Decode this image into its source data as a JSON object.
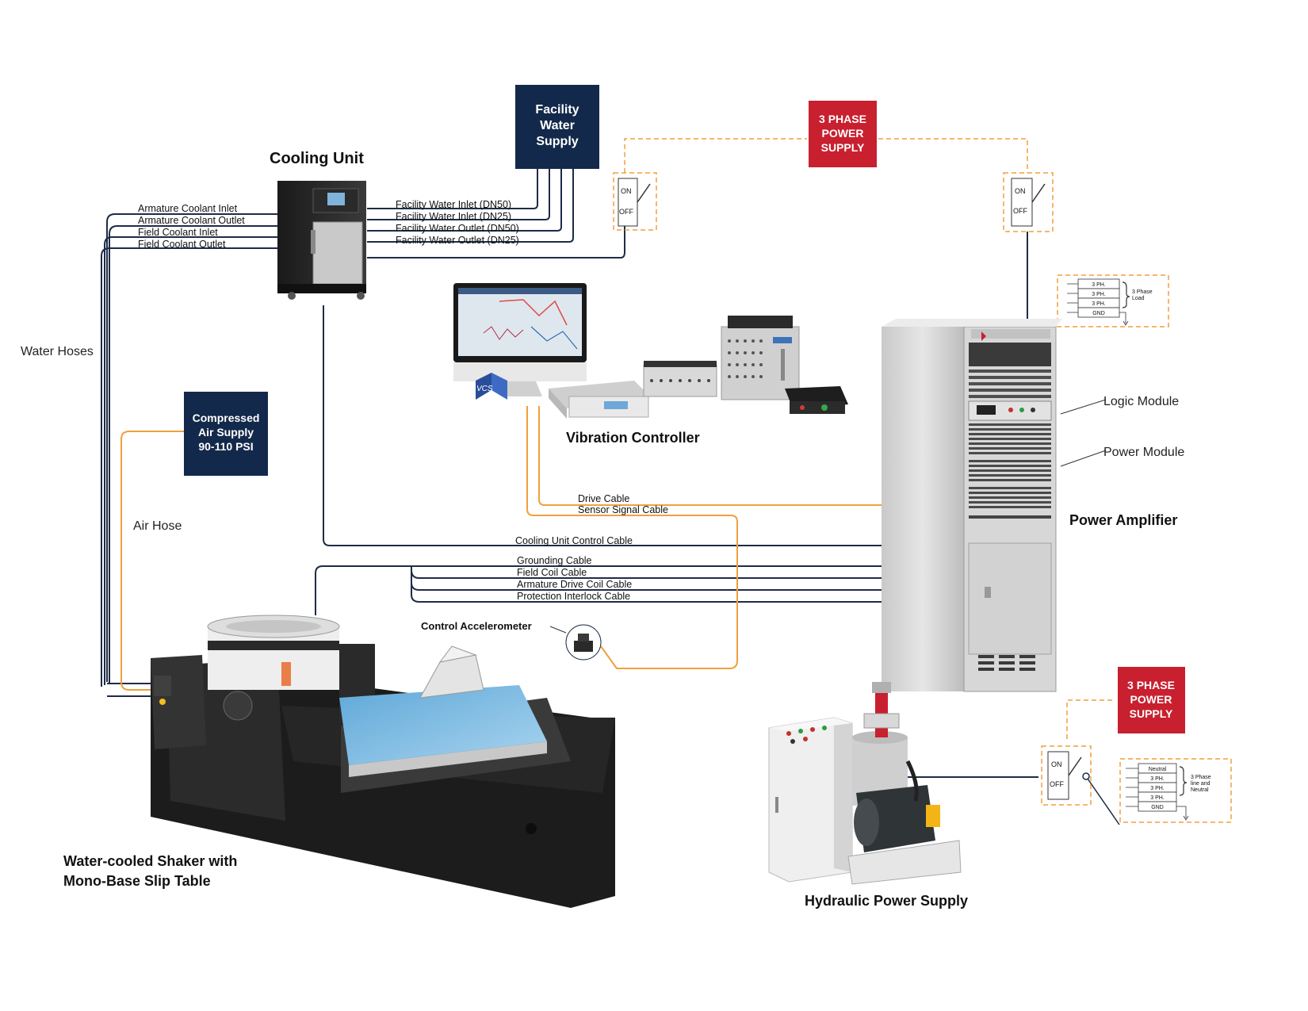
{
  "colors": {
    "navy": "#13294b",
    "red": "#c8202f",
    "orange": "#f0a03c",
    "cable": "#1d2c47"
  },
  "boxes": {
    "facility_water": [
      "Facility",
      "Water",
      "Supply"
    ],
    "three_phase_top": [
      "3 PHASE",
      "POWER",
      "SUPPLY"
    ],
    "three_phase_bottom": [
      "3 PHASE",
      "POWER",
      "SUPPLY"
    ],
    "compressed_air": [
      "Compressed",
      "Air Supply",
      "90-110 PSI"
    ]
  },
  "titles": {
    "cooling_unit": "Cooling Unit",
    "vibration_controller": "Vibration Controller",
    "power_amplifier": "Power Amplifier",
    "shaker_line1": "Water-cooled Shaker with",
    "shaker_line2": "Mono-Base Slip Table",
    "hydraulic": "Hydraulic Power Supply",
    "control_accelerometer": "Control Accelerometer"
  },
  "labels": {
    "water_hoses": "Water Hoses",
    "air_hose": "Air Hose",
    "logic_module": "Logic Module",
    "power_module": "Power Module"
  },
  "coolant_lines": [
    "Armature Coolant Inlet",
    "Armature Coolant Outlet",
    "Field Coolant Inlet",
    "Field Coolant Outlet"
  ],
  "facility_lines": [
    "Facility Water Inlet (DN50)",
    "Facility Water Inlet (DN25)",
    "Facility Water Outlet (DN50)",
    "Facility Water Outlet (DN25)"
  ],
  "cables": {
    "drive": "Drive Cable",
    "sensor": "Sensor Signal Cable",
    "cooling_control": "Cooling Unit Control Cable",
    "grounding": "Grounding Cable",
    "field_coil": "Field Coil Cable",
    "armature_drive": "Armature Drive Coil Cable",
    "protection": "Protection Interlock Cable"
  },
  "switch": {
    "on": "ON",
    "off": "OFF"
  },
  "load_top": {
    "rows": [
      "3 PH.",
      "3 PH.",
      "3 PH.",
      "GND"
    ],
    "note": [
      "3 Phase",
      "Load"
    ]
  },
  "load_bottom": {
    "rows": [
      "Neutral",
      "3 PH.",
      "3 PH.",
      "3 PH.",
      "GND"
    ],
    "note": [
      "3 Phase",
      "line and",
      "Neutral"
    ]
  },
  "logo": "VCS"
}
